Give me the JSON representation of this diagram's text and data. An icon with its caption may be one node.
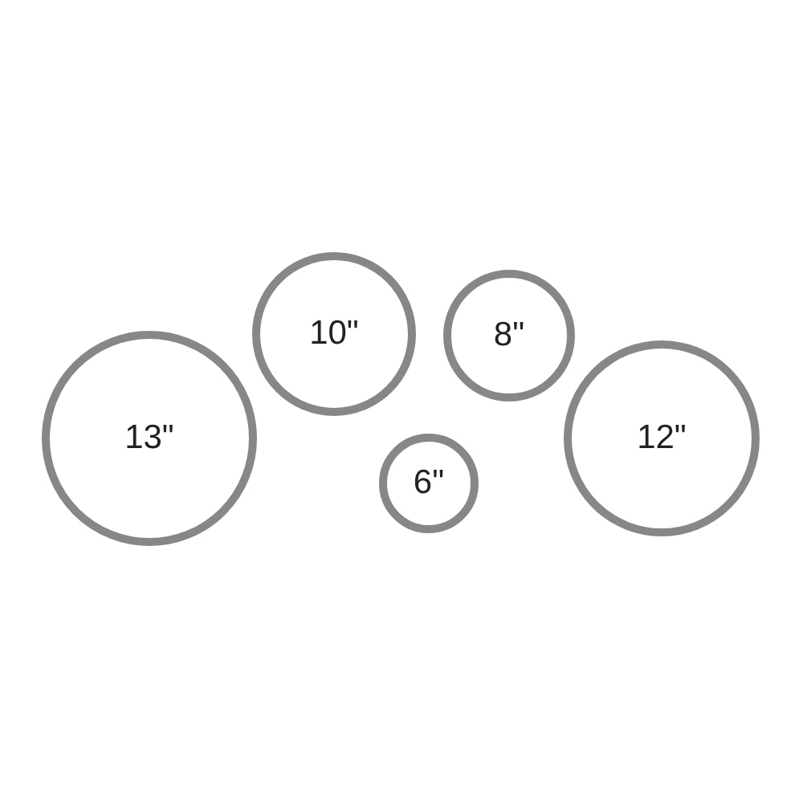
{
  "diagram": {
    "nodes": [
      {
        "text": [
          "13\""
        ]
      },
      {
        "text": [
          "10\""
        ]
      },
      {
        "text": [
          "6\""
        ]
      },
      {
        "text": [
          "8\""
        ]
      },
      {
        "text": [
          "12\""
        ]
      }
    ]
  }
}
